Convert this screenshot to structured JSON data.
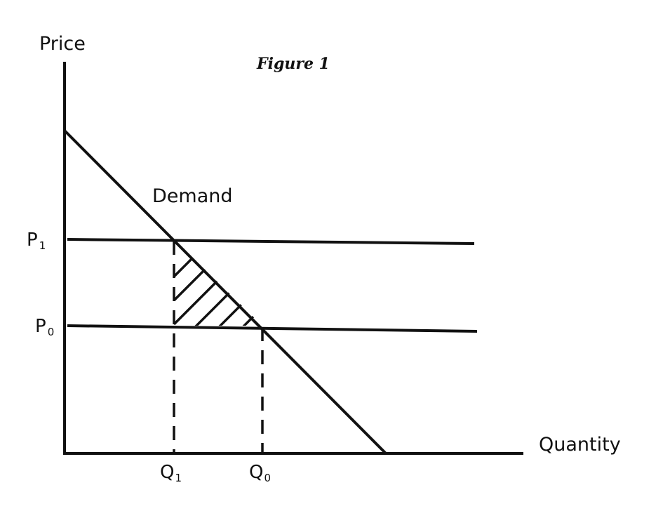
{
  "figure": {
    "title": "Figure 1"
  },
  "axes": {
    "y_label": "Price",
    "x_label": "Quantity"
  },
  "curve": {
    "label": "Demand"
  },
  "prices": {
    "p1": {
      "letter": "P",
      "sub": "1"
    },
    "p0": {
      "letter": "P",
      "sub": "0"
    }
  },
  "quantities": {
    "q1": {
      "letter": "Q",
      "sub": "1"
    },
    "q0": {
      "letter": "Q",
      "sub": "0"
    }
  },
  "colors": {
    "ink": "#111111",
    "background": "#ffffff"
  }
}
